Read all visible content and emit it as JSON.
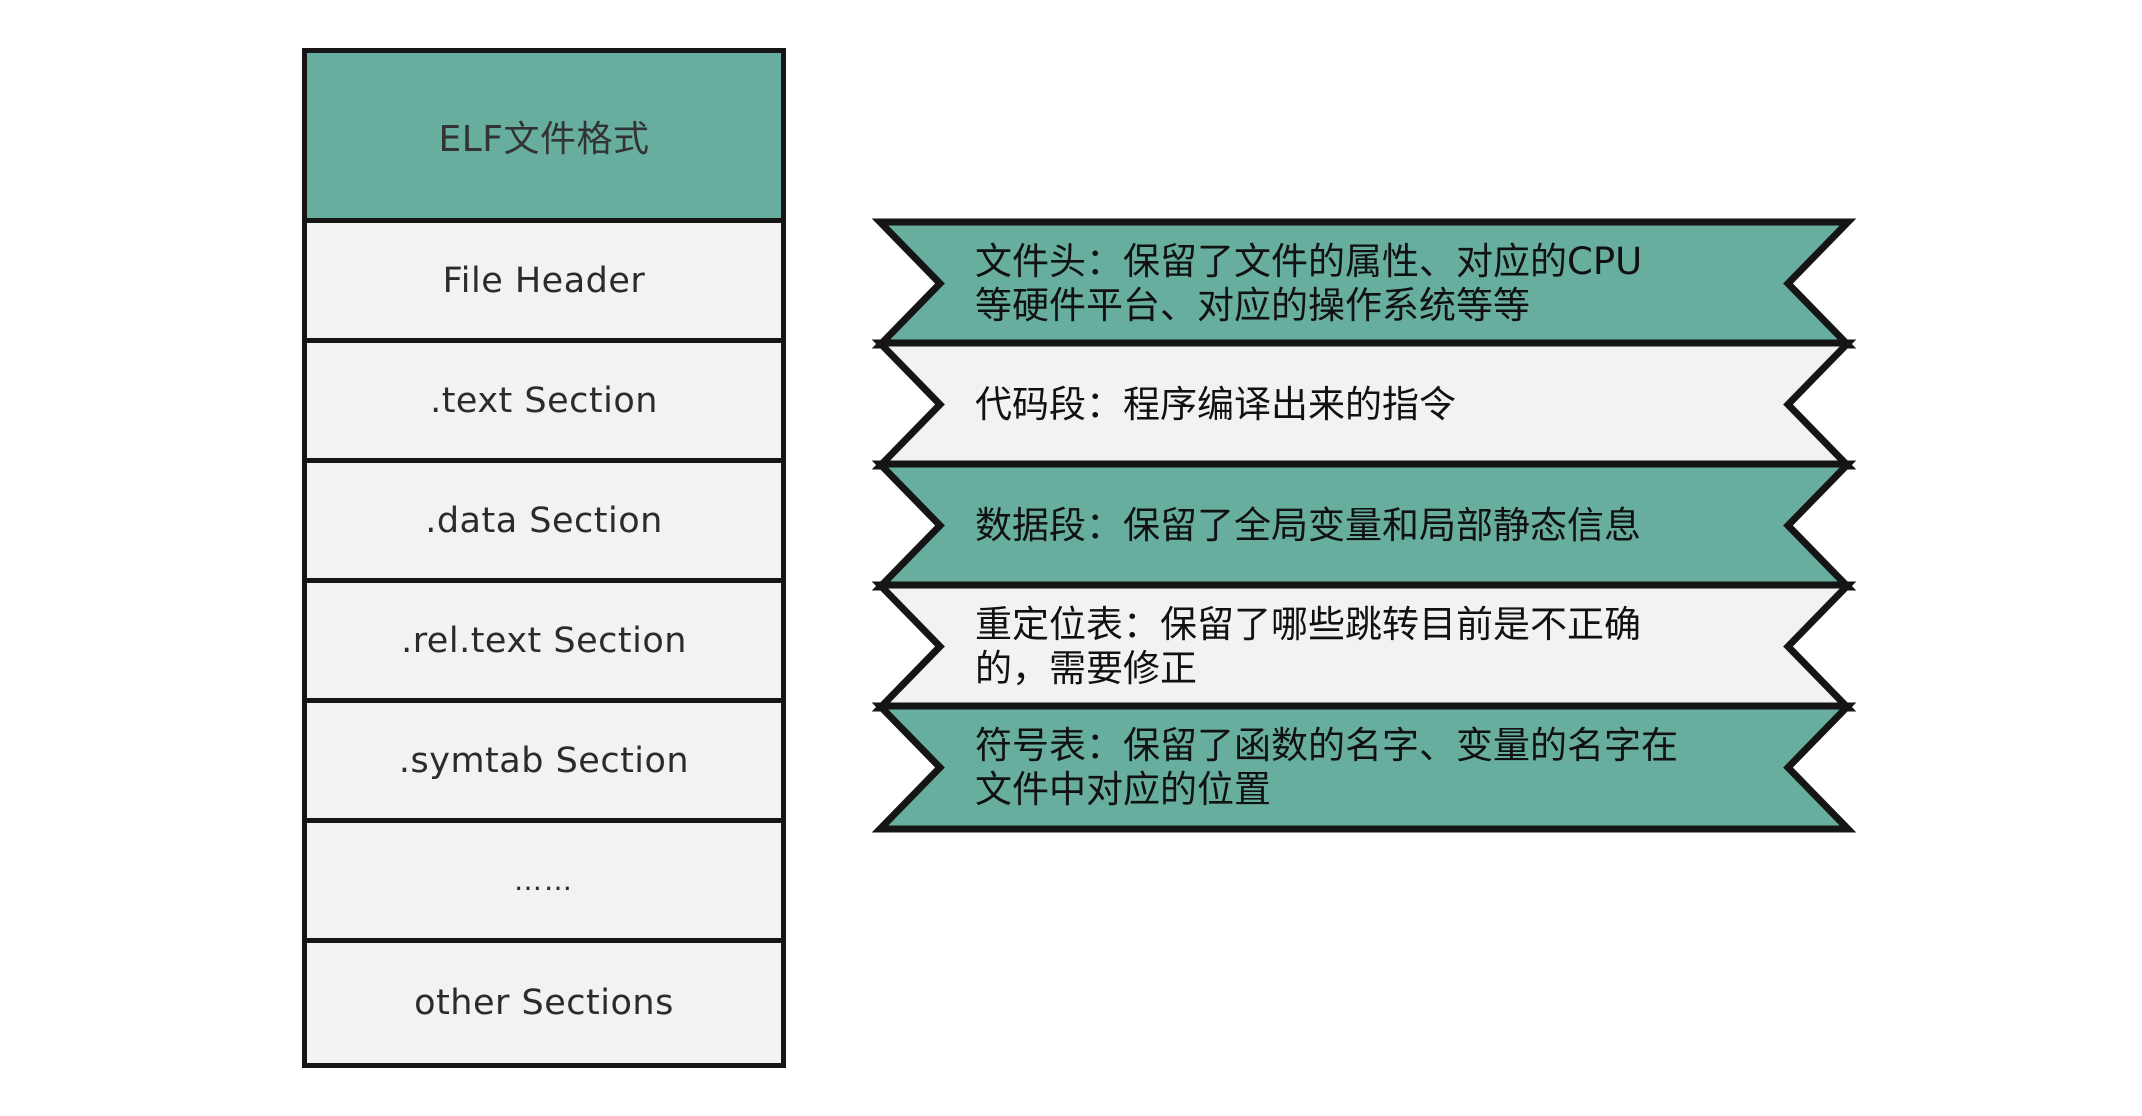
{
  "diagram": {
    "title": "ELF文件格式",
    "palette": {
      "teal": "#67ae9f",
      "light": "#f2f2f2",
      "outline": "#151515",
      "text": "#111111",
      "background": "#ffffff"
    },
    "stack": {
      "header_label": "ELF文件格式",
      "rows": [
        {
          "label": "File Header",
          "fill": "light"
        },
        {
          "label": ".text Section",
          "fill": "light"
        },
        {
          "label": ".data Section",
          "fill": "light"
        },
        {
          "label": ".rel.text Section",
          "fill": "light"
        },
        {
          "label": ".symtab Section",
          "fill": "light"
        },
        {
          "label": "……",
          "fill": "light"
        },
        {
          "label": "other Sections",
          "fill": "light"
        }
      ]
    },
    "banners": [
      {
        "text": "文件头：保留了文件的属性、对应的CPU\n等硬件平台、对应的操作系统等等",
        "fill": "teal"
      },
      {
        "text": "代码段：程序编译出来的指令",
        "fill": "light"
      },
      {
        "text": "数据段：保留了全局变量和局部静态信息",
        "fill": "teal"
      },
      {
        "text": "重定位表：保留了哪些跳转目前是不正确\n的，需要修正",
        "fill": "light"
      },
      {
        "text": "符号表：保留了函数的名字、变量的名字在\n文件中对应的位置",
        "fill": "teal"
      }
    ]
  }
}
